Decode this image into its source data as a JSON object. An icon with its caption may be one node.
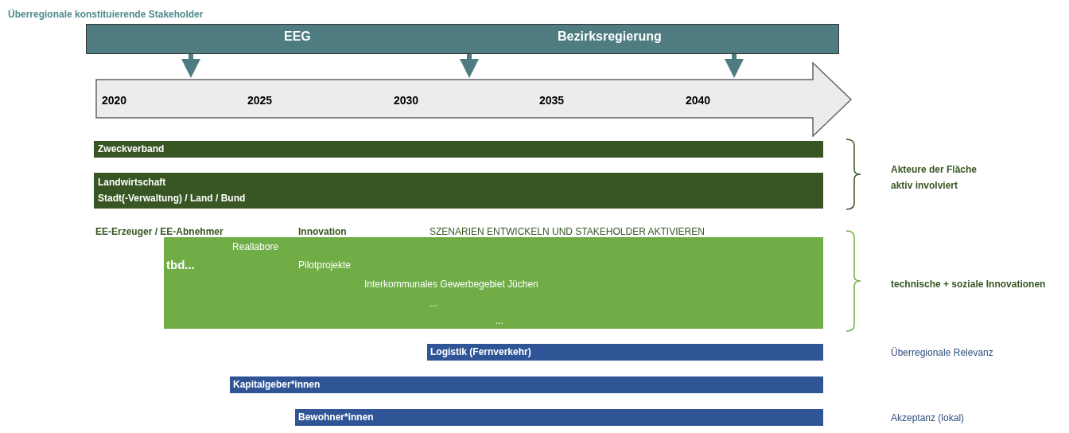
{
  "diagram": {
    "title": "Überregionale konstituierende Stakeholder",
    "nodes": [
      {
        "text": [
          "EEG",
          "Bezirksregierung"
        ]
      },
      {
        "text": [
          "2020",
          "2025",
          "2030",
          "2035",
          "2040"
        ]
      },
      {
        "text": [
          "Zweckverband"
        ]
      },
      {
        "text": [
          "Landwirtschaft",
          "Stadt(-Verwaltung) / Land / Bund"
        ]
      },
      {
        "text": [
          "Reallabore",
          "tbd...",
          "Pilotprojekte",
          "Interkommunales Gewerbegebiet Jüchen",
          "...",
          "..."
        ]
      },
      {
        "text": [
          "Logistik (Fernverkehr)"
        ]
      },
      {
        "text": [
          "Kapitalgeber*innen"
        ]
      },
      {
        "text": [
          "Bewohner*innen"
        ]
      }
    ],
    "edges": [
      {
        "from": 0,
        "to": 1,
        "arrow": "to"
      },
      {
        "from": 0,
        "to": 1,
        "arrow": "to"
      },
      {
        "from": 0,
        "to": 1,
        "arrow": "to"
      }
    ],
    "labels": [
      "EE-Erzeuger / EE-Abnehmer",
      "Innovation",
      "SZENARIEN ENTWICKELN UND STAKEHOLDER AKTIVIEREN",
      "Akteure der Fläche aktiv involviert",
      "technische + soziale Innovationen",
      "Überregionale Relevanz",
      "Akzeptanz (lokal)"
    ]
  }
}
